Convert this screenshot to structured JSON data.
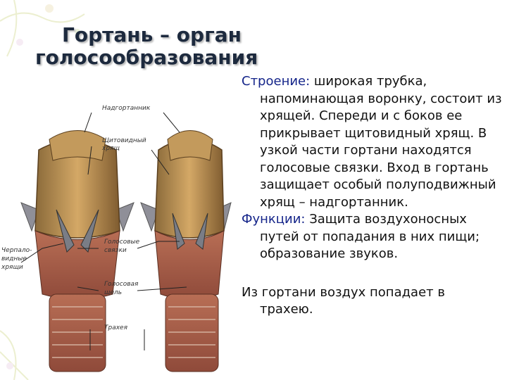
{
  "slide": {
    "title_line1": "Гортань – орган",
    "title_line2": "голосообразования",
    "paragraphs": [
      {
        "label": "Строение:",
        "text": " широкая трубка, напоминающая воронку, состоит из хрящей. Спереди и с боков ее прикрывает щитовидный хрящ. В узкой части гортани находятся голосовые связки. Вход в гортань защищает особый полуподвижный хрящ – надгортанник."
      },
      {
        "label": "Функции:",
        "text": " Защита воздухоносных путей от попадания в них пищи; образование звуков."
      },
      {
        "label": "",
        "text": "Из гортани воздух попадает в трахею."
      }
    ]
  },
  "figure": {
    "labels": {
      "epiglottis": "Надгортанник",
      "thyroid_1": "Щитовидный",
      "thyroid_2": "хрящ",
      "arytenoid_1": "Черпало-",
      "arytenoid_2": "видные",
      "arytenoid_3": "хрящи",
      "vocal_cords_1": "Голосовые",
      "vocal_cords_2": "связки",
      "glottis_1": "Голосовая",
      "glottis_2": "щель",
      "trachea": "Трахея"
    }
  },
  "colors": {
    "title": "#1d2a3e",
    "keyword": "#15258a",
    "cartilage": "#b98a4a",
    "tissue": "#9c5a45"
  }
}
